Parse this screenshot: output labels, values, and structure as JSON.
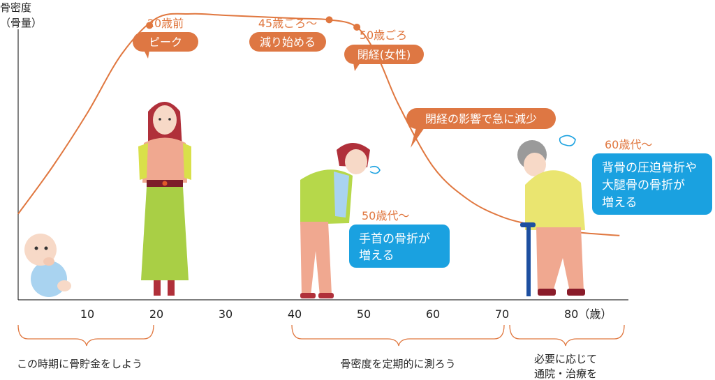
{
  "chart_data": {
    "type": "line",
    "ylabel_line1": "骨密度",
    "ylabel_line2": "（骨量）",
    "x_ticks": [
      "10",
      "20",
      "30",
      "40",
      "50",
      "60",
      "70",
      "80（歳）"
    ],
    "xlim": [
      0,
      87
    ],
    "series": [
      {
        "x": [
          0,
          5,
          10,
          15,
          20,
          25,
          30,
          40,
          45,
          49,
          52,
          55,
          60,
          65,
          70,
          75,
          80,
          85,
          87
        ],
        "values": [
          29,
          45,
          63,
          83,
          95,
          96.5,
          96,
          95,
          94.5,
          92,
          82,
          66,
          45,
          34,
          28,
          25,
          23,
          22,
          21.7
        ]
      }
    ],
    "callouts": [
      {
        "age": "20歳前",
        "label": "ピーク"
      },
      {
        "age": "45歳ごろ〜",
        "label": "減り始める"
      },
      {
        "age": "50歳ごろ",
        "label": "閉経(女性)"
      },
      {
        "age": "",
        "label": "閉経の影響で急に減少"
      }
    ],
    "fracture_notes": [
      {
        "age": "50歳代〜",
        "line1": "手首の骨折が",
        "line2": "増える"
      },
      {
        "age": "60歳代〜",
        "line1": "背骨の圧迫骨折や",
        "line2": "大腿骨の骨折が",
        "line3": "増える"
      }
    ],
    "phases": [
      {
        "text": "この時期に骨貯金をしよう"
      },
      {
        "text": "骨密度を定期的に測ろう"
      },
      {
        "line1": "必要に応じて",
        "line2": "通院・治療を"
      }
    ],
    "colors": {
      "curve": "#e0773f",
      "callout": "#de7743",
      "note": "#1aa1e0",
      "axis": "#333333"
    }
  }
}
